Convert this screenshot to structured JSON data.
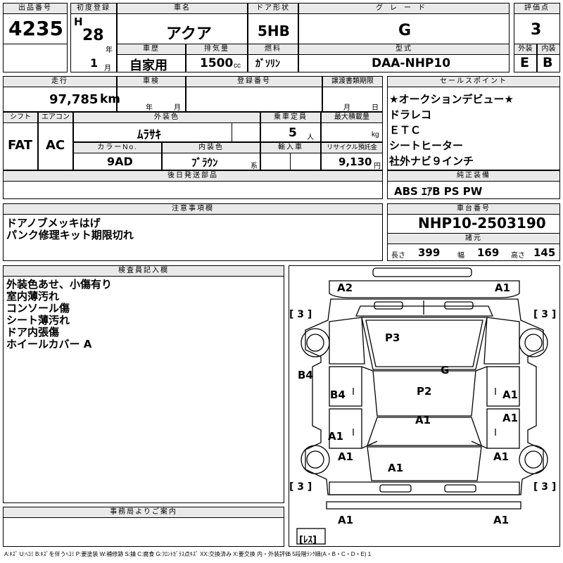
{
  "lot": {
    "header": "出品番号",
    "value": "4235"
  },
  "reg": {
    "header": "初度登録",
    "era": "H",
    "year": "28",
    "year_unit": "年",
    "month": "1",
    "month_unit": "月"
  },
  "car_name": {
    "header": "車名",
    "value": "アクア"
  },
  "door": {
    "header": "ドア形状",
    "value": "5HB"
  },
  "grade": {
    "header": "グレード",
    "value": "G"
  },
  "score": {
    "header": "評価点",
    "value": "3"
  },
  "history": {
    "header": "車歴",
    "value": "自家用"
  },
  "displacement": {
    "header": "排気量",
    "value": "1500",
    "unit": "cc"
  },
  "fuel": {
    "header": "燃料",
    "value": "ｶﾞｿﾘﾝ"
  },
  "model": {
    "header": "型式",
    "value": "DAA-NHP10"
  },
  "exterior_grade": {
    "header": "外装",
    "value": "E"
  },
  "interior_grade": {
    "header": "内装",
    "value": "B"
  },
  "mileage": {
    "header": "走行",
    "value": "97,785",
    "unit": "km"
  },
  "inspection": {
    "header": "車検",
    "year_unit": "年",
    "month_unit": "月"
  },
  "plate": {
    "header": "登録番号"
  },
  "transfer": {
    "header": "譲渡書類期限",
    "month_unit": "月",
    "day_unit": "日"
  },
  "shift": {
    "header": "シフト",
    "value": "FAT"
  },
  "aircon": {
    "header": "エアコン",
    "value": "AC"
  },
  "ext_color": {
    "header": "外装色",
    "value": "ﾑﾗｻｷ"
  },
  "capacity": {
    "header": "乗車定員",
    "value": "5",
    "unit": "人"
  },
  "max_load": {
    "header": "最大積載量",
    "unit": "kg"
  },
  "color_no": {
    "header": "カラーNo.",
    "value": "9AD"
  },
  "int_color": {
    "header": "内装色",
    "value": "ﾌﾞﾗｳﾝ",
    "unit": "系"
  },
  "import": {
    "header": "輸入車"
  },
  "recycle": {
    "header": "リサイクル預託金",
    "value": "9,130",
    "unit": "円"
  },
  "later_parts": {
    "header": "後日発送部品"
  },
  "sales_points": {
    "header": "セールスポイント",
    "items": [
      "★オークションデビュー★",
      "ドラレコ",
      "ＥＴＣ",
      "シートヒーター",
      "社外ナビ９インチ"
    ]
  },
  "genuine": {
    "header": "純正装備",
    "value": "ABS ｴｱB PS PW"
  },
  "notes": {
    "header": "注意事項欄",
    "items": [
      "ドアノブメッキはげ",
      "パンク修理キット期限切れ"
    ]
  },
  "chassis": {
    "header": "車台番号",
    "value": "NHP10-2503190"
  },
  "dims": {
    "header": "諸元",
    "length_label": "長さ",
    "length": "399",
    "width_label": "幅",
    "width": "169",
    "height_label": "高さ",
    "height": "145"
  },
  "inspector": {
    "header": "検査員記入欄",
    "items": [
      "外装色あせ、小傷有り",
      "室内薄汚れ",
      "コンソール傷",
      "シート薄汚れ",
      "ドア内張傷",
      "ホイールカバー A"
    ]
  },
  "office": {
    "header": "事務局よりご案内"
  },
  "diagram": {
    "marks": {
      "a2_fl": "A2",
      "a1_fr": "A1",
      "p3": "P3",
      "g": "G",
      "b4_l": "B4",
      "b4_door": "B4",
      "p2": "P2",
      "a1_door_r1": "A1",
      "a1_door_r2": "A1",
      "a1_center": "A1",
      "a1_door_l": "A1",
      "a1_rl": "A1",
      "a1_rr": "A1",
      "a1_trunk": "A1",
      "a1_rear_l": "A1",
      "a1_rear_r": "A1"
    },
    "tires": {
      "fl": "[ 3 ]",
      "fr": "[ 3 ]",
      "rl": "[ 3 ]",
      "rr": "[ 3 ]",
      "spare": "[ﾚｽ]"
    }
  },
  "legend": "A:ｷｽﾞ U:ﾍｺﾐ B:ｷｽﾞを伴うﾍｺﾐ P:要塗装 W:補修跡 S:錆 C:腐食 G:ﾌﾛﾝﾄｶﾞﾗｽ点ｷｽﾞ XX:交換済み X:要交換 内・外装評価 5段階ﾗﾝｸ順(A・B・C・D・E) 1"
}
